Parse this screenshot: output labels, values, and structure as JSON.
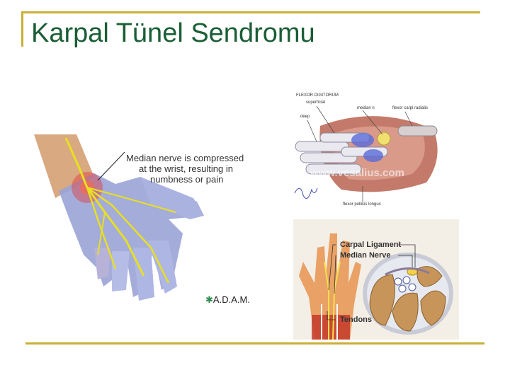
{
  "slide": {
    "title": "Karpal Tünel Sendromu",
    "colors": {
      "title": "#1a5e35",
      "frame": "#c8b034"
    }
  },
  "hand_illustration": {
    "caption_line1": "Median nerve is compressed",
    "caption_line2": "at the wrist, resulting in",
    "caption_line3": "numbness or pain",
    "brand": "A.D.A.M."
  },
  "cross_section": {
    "label_flexor": "FLEXOR DIGITORUM",
    "label_superficial": "superficial",
    "label_median": "median n",
    "label_flexor_radialis": "flexor carpi radialis",
    "label_deep": "deep",
    "watermark": "www.vesalius.com",
    "label_pollicis": "flexor pollicis longus"
  },
  "wrist_diagram": {
    "label_ligament": "Carpal Ligament",
    "label_nerve": "Median Nerve",
    "label_tendons": "Tendons"
  }
}
